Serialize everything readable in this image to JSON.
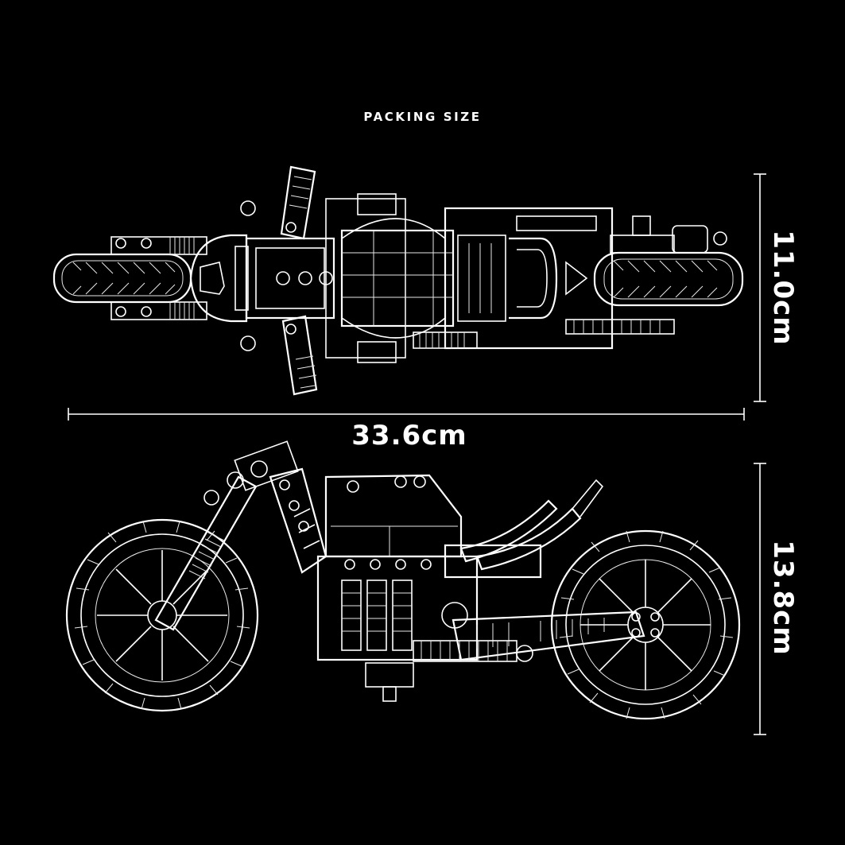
{
  "header": {
    "title": "PACKING SIZE"
  },
  "dimensions": {
    "length_label": "33.6cm",
    "top_view_height_label": "11.0cm",
    "side_view_height_label": "13.8cm"
  },
  "colors": {
    "background": "#000000",
    "lines": "#ffffff"
  }
}
